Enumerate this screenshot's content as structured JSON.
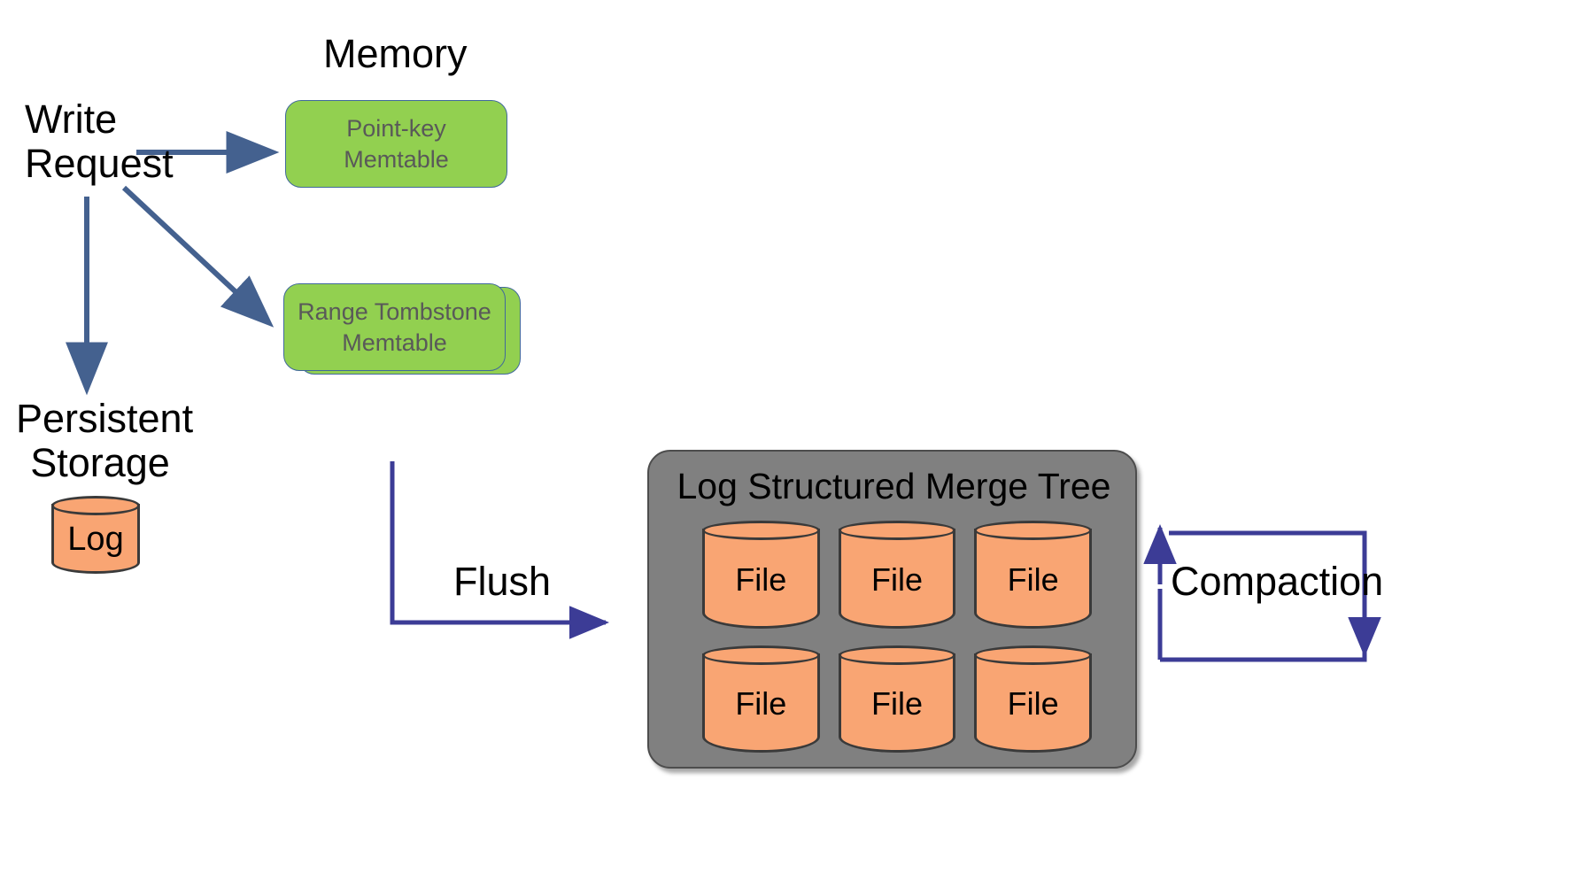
{
  "diagram": {
    "title": "LSM Tree write path",
    "colors": {
      "memtable_fill": "#92D050",
      "memtable_border": "#41699B",
      "memtable_text": "#595959",
      "cylinder_fill": "#F9A573",
      "cylinder_stroke": "#3a3a3a",
      "lsm_fill": "#808080",
      "arrow_blue": "#44618F",
      "arrow_navy": "#3C3C96",
      "text": "#000000"
    }
  },
  "labels": {
    "memory": "Memory",
    "write_line1": "Write",
    "write_line2": "Request",
    "persistent_line1": "Persistent",
    "persistent_line2": "Storage",
    "flush": "Flush",
    "compaction": "Compaction"
  },
  "memtables": [
    {
      "id": "point-key",
      "line1": "Point-key",
      "line2": "Memtable"
    },
    {
      "id": "range-tombstone-back",
      "line1": "Range Tombstone",
      "line2": "Memtable"
    },
    {
      "id": "range-tombstone-front",
      "line1": "Range Tombstone",
      "line2": "Memtable"
    }
  ],
  "log_store": {
    "label": "Log"
  },
  "lsm": {
    "title": "Log Structured Merge Tree",
    "files": [
      {
        "label": "File"
      },
      {
        "label": "File"
      },
      {
        "label": "File"
      },
      {
        "label": "File"
      },
      {
        "label": "File"
      },
      {
        "label": "File"
      }
    ]
  },
  "arrows": [
    {
      "name": "write-to-point-key-memtable",
      "style": "straight-right"
    },
    {
      "name": "write-to-range-tombstone-memtable",
      "style": "diagonal-down-right"
    },
    {
      "name": "write-to-log",
      "style": "straight-down"
    },
    {
      "name": "flush-to-lsm",
      "style": "elbow-down-right"
    },
    {
      "name": "compaction-loop",
      "style": "loop-up-right-down"
    }
  ]
}
